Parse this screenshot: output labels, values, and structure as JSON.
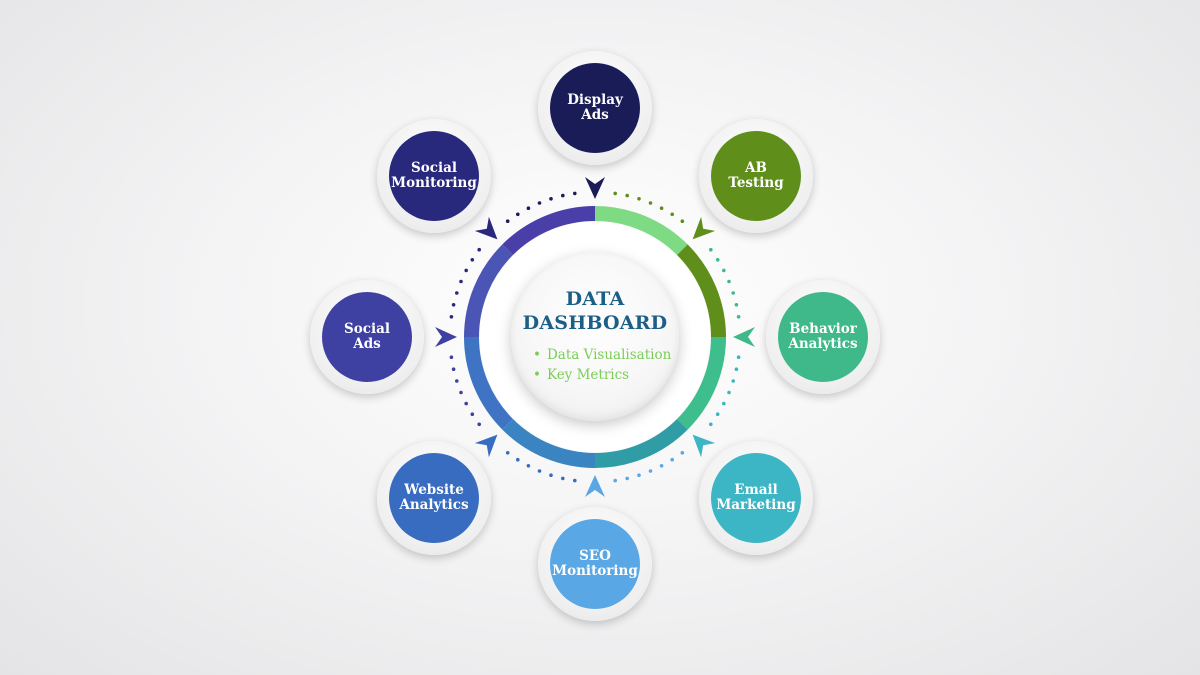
{
  "center": {
    "title_line1": "DATA",
    "title_line2": "DASHBOARD",
    "bullets": [
      "Data Visualisation",
      "Key Metrics"
    ]
  },
  "nodes": [
    {
      "line1": "Display",
      "line2": "Ads",
      "color": "#1a1c57"
    },
    {
      "line1": "AB",
      "line2": "Testing",
      "color": "#5f8f1a"
    },
    {
      "line1": "Behavior",
      "line2": "Analytics",
      "color": "#3fb88a"
    },
    {
      "line1": "Email",
      "line2": "Marketing",
      "color": "#3cb6c4"
    },
    {
      "line1": "SEO",
      "line2": "Monitoring",
      "color": "#5aa7e6"
    },
    {
      "line1": "Website",
      "line2": "Analytics",
      "color": "#386cc0"
    },
    {
      "line1": "Social",
      "line2": "Ads",
      "color": "#3f41a2"
    },
    {
      "line1": "Social",
      "line2": "Monitoring",
      "color": "#28297c"
    }
  ],
  "ring_colors": [
    "#7edb84",
    "#5f8f1a",
    "#3dbe8c",
    "#2f9ca6",
    "#3a84c2",
    "#3f74c4",
    "#4a55b6",
    "#4a3fa8"
  ],
  "colors": {
    "hub_title": "#1b5e86",
    "hub_bullets": "#7ccd56"
  }
}
